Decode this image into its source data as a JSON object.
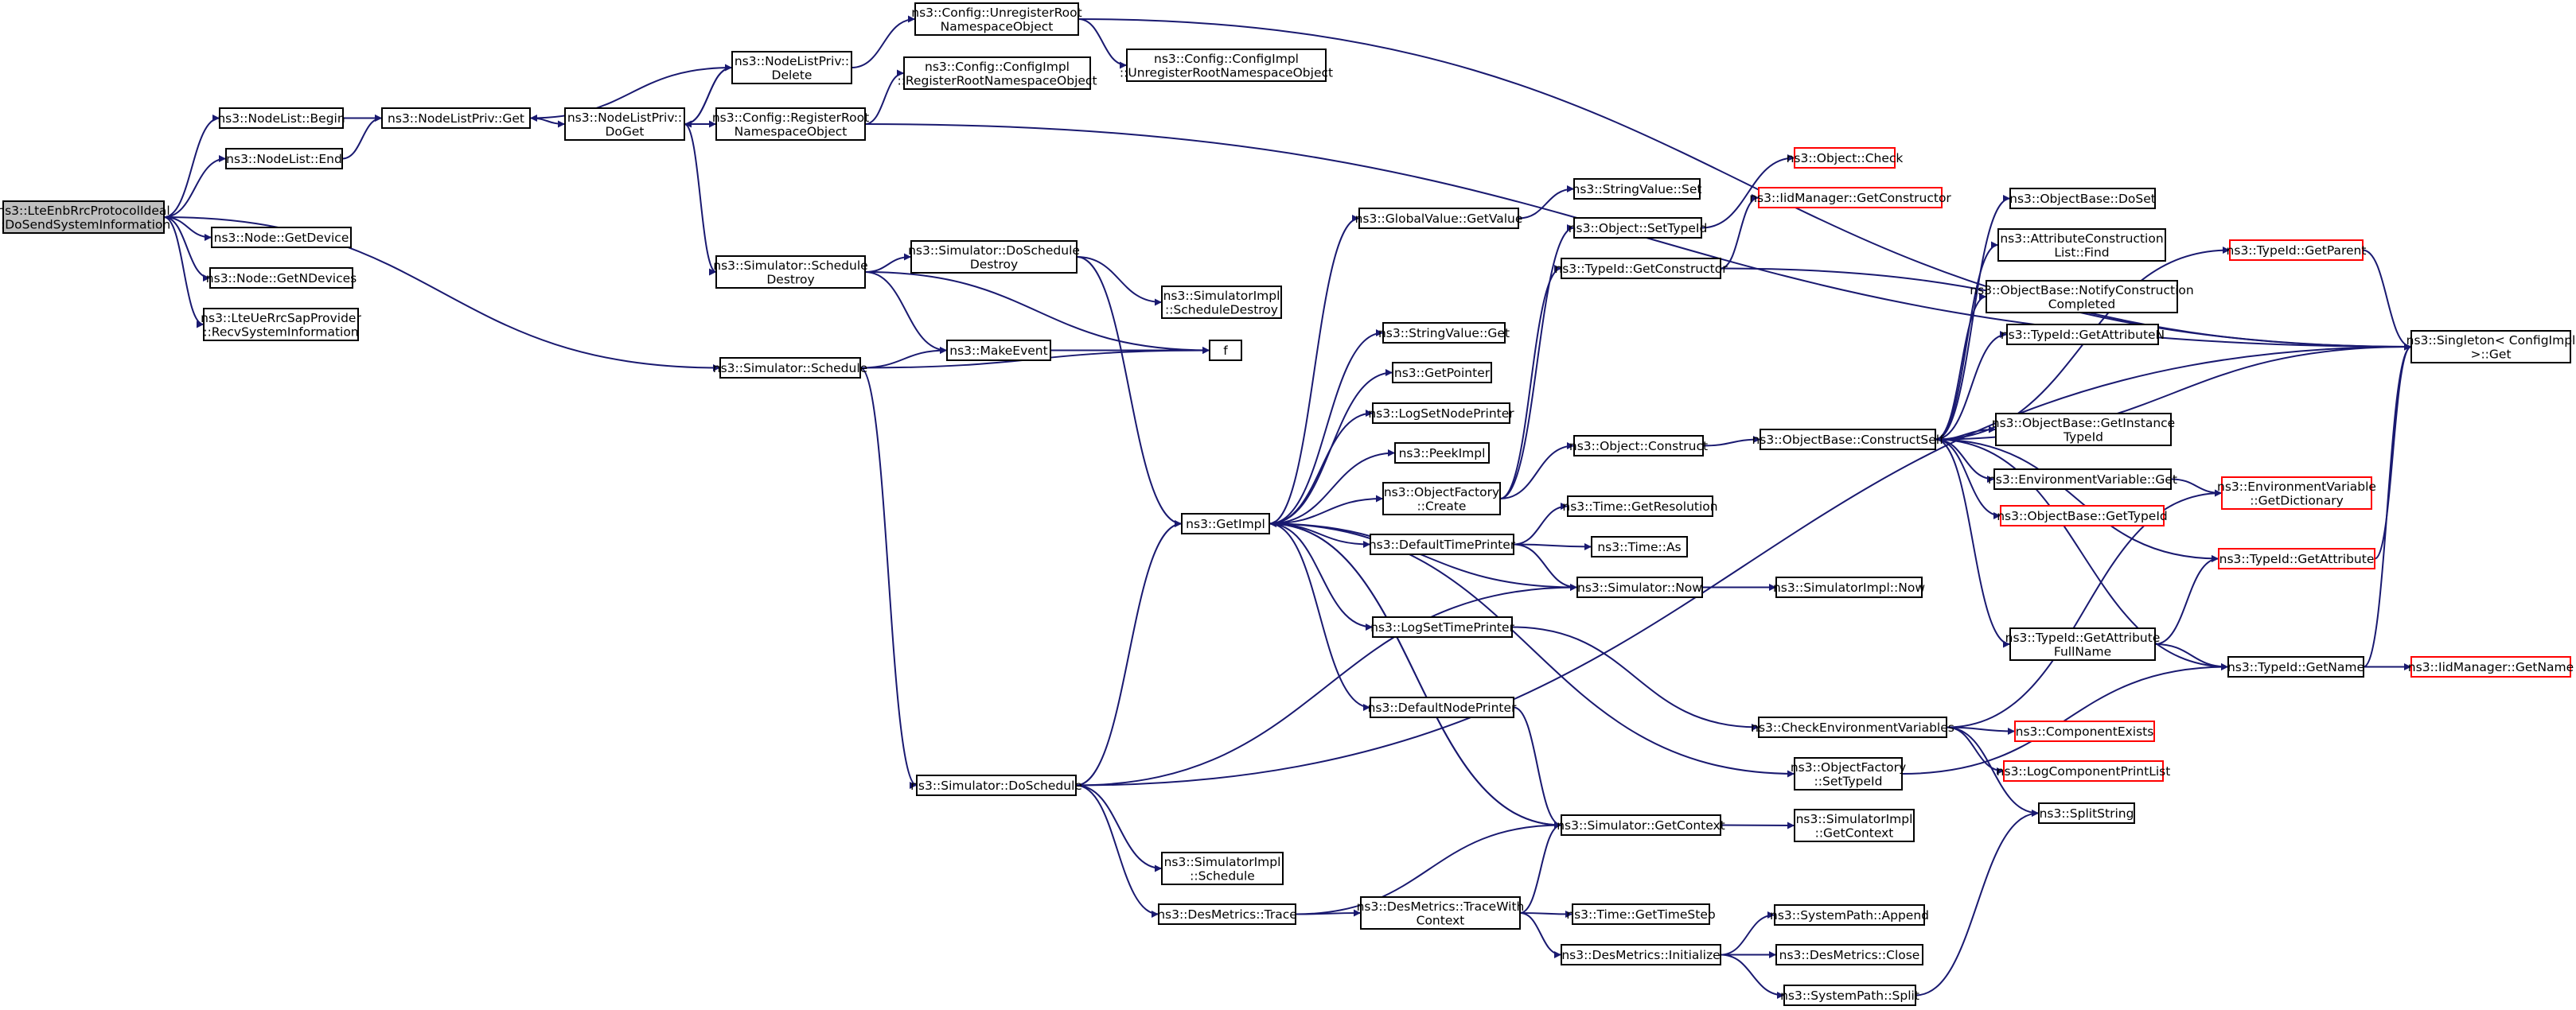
{
  "nodes": [
    {
      "id": "root",
      "lines": [
        "ns3::LteEnbRrcProtocolIdeal",
        "::DoSendSystemInformation"
      ],
      "style": "root"
    },
    {
      "id": "nlbegin",
      "lines": [
        "ns3::NodeList::Begin"
      ]
    },
    {
      "id": "nlend",
      "lines": [
        "ns3::NodeList::End"
      ]
    },
    {
      "id": "getdevice",
      "lines": [
        "ns3::Node::GetDevice"
      ]
    },
    {
      "id": "getndevices",
      "lines": [
        "ns3::Node::GetNDevices"
      ]
    },
    {
      "id": "recvsys",
      "lines": [
        "ns3::LteUeRrcSapProvider",
        "::RecvSystemInformation"
      ]
    },
    {
      "id": "nlpget",
      "lines": [
        "ns3::NodeListPriv::Get"
      ]
    },
    {
      "id": "nlpdelete",
      "lines": [
        "ns3::NodeListPriv::",
        "Delete"
      ]
    },
    {
      "id": "nlpdoget",
      "lines": [
        "ns3::NodeListPriv::",
        "DoGet"
      ]
    },
    {
      "id": "unregns",
      "lines": [
        "ns3::Config::UnregisterRoot",
        "NamespaceObject"
      ]
    },
    {
      "id": "cfgimplreg",
      "lines": [
        "ns3::Config::ConfigImpl",
        "::RegisterRootNamespaceObject"
      ]
    },
    {
      "id": "cfgimplunreg",
      "lines": [
        "ns3::Config::ConfigImpl",
        "::UnregisterRootNamespaceObject"
      ]
    },
    {
      "id": "regns",
      "lines": [
        "ns3::Config::RegisterRoot",
        "NamespaceObject"
      ]
    },
    {
      "id": "schdestroy",
      "lines": [
        "ns3::Simulator::Schedule",
        "Destroy"
      ]
    },
    {
      "id": "doschdestroy",
      "lines": [
        "ns3::Simulator::DoSchedule",
        "Destroy"
      ]
    },
    {
      "id": "implschdestroy",
      "lines": [
        "ns3::SimulatorImpl",
        "::ScheduleDestroy"
      ]
    },
    {
      "id": "makeevent",
      "lines": [
        "ns3::MakeEvent"
      ]
    },
    {
      "id": "f",
      "lines": [
        "f"
      ]
    },
    {
      "id": "schedule",
      "lines": [
        "ns3::Simulator::Schedule"
      ]
    },
    {
      "id": "doschedule",
      "lines": [
        "ns3::Simulator::DoSchedule"
      ]
    },
    {
      "id": "implschedule",
      "lines": [
        "ns3::SimulatorImpl",
        "::Schedule"
      ]
    },
    {
      "id": "destrace",
      "lines": [
        "ns3::DesMetrics::Trace"
      ]
    },
    {
      "id": "getimpl",
      "lines": [
        "ns3::GetImpl"
      ]
    },
    {
      "id": "gvget",
      "lines": [
        "ns3::GlobalValue::GetValue"
      ]
    },
    {
      "id": "svset",
      "lines": [
        "ns3::StringValue::Set"
      ]
    },
    {
      "id": "svget",
      "lines": [
        "ns3::StringValue::Get"
      ]
    },
    {
      "id": "getpointer",
      "lines": [
        "ns3::GetPointer"
      ]
    },
    {
      "id": "logsetnode",
      "lines": [
        "ns3::LogSetNodePrinter"
      ]
    },
    {
      "id": "peekimpl",
      "lines": [
        "ns3::PeekImpl"
      ]
    },
    {
      "id": "ofcreate",
      "lines": [
        "ns3::ObjectFactory",
        "::Create"
      ]
    },
    {
      "id": "deftime",
      "lines": [
        "ns3::DefaultTimePrinter"
      ]
    },
    {
      "id": "logsettime",
      "lines": [
        "ns3::LogSetTimePrinter"
      ]
    },
    {
      "id": "defnode",
      "lines": [
        "ns3::DefaultNodePrinter"
      ]
    },
    {
      "id": "simgetctx",
      "lines": [
        "ns3::Simulator::GetContext"
      ]
    },
    {
      "id": "tracewith",
      "lines": [
        "ns3::DesMetrics::TraceWith",
        "Context"
      ]
    },
    {
      "id": "objsettype",
      "lines": [
        "ns3::Object::SetTypeId"
      ]
    },
    {
      "id": "objcheck",
      "lines": [
        "ns3::Object::Check"
      ],
      "style": "red"
    },
    {
      "id": "iidgetctor",
      "lines": [
        "ns3::IidManager::GetConstructor"
      ],
      "style": "red"
    },
    {
      "id": "tidgetctor",
      "lines": [
        "ns3::TypeId::GetConstructor"
      ]
    },
    {
      "id": "objconstruct",
      "lines": [
        "ns3::Object::Construct"
      ]
    },
    {
      "id": "getres",
      "lines": [
        "ns3::Time::GetResolution"
      ]
    },
    {
      "id": "timeas",
      "lines": [
        "ns3::Time::As"
      ]
    },
    {
      "id": "simnow",
      "lines": [
        "ns3::Simulator::Now"
      ]
    },
    {
      "id": "implnow",
      "lines": [
        "ns3::SimulatorImpl::Now"
      ]
    },
    {
      "id": "obconstructself",
      "lines": [
        "ns3::ObjectBase::ConstructSelf"
      ]
    },
    {
      "id": "obdoset",
      "lines": [
        "ns3::ObjectBase::DoSet"
      ]
    },
    {
      "id": "acfind",
      "lines": [
        "ns3::AttributeConstruction",
        "List::Find"
      ]
    },
    {
      "id": "obnotify",
      "lines": [
        "ns3::ObjectBase::NotifyConstruction",
        "Completed"
      ]
    },
    {
      "id": "tidgetparent",
      "lines": [
        "ns3::TypeId::GetParent"
      ],
      "style": "red"
    },
    {
      "id": "tidgetattrn",
      "lines": [
        "ns3::TypeId::GetAttributeN"
      ]
    },
    {
      "id": "obgetinst",
      "lines": [
        "ns3::ObjectBase::GetInstance",
        "TypeId"
      ]
    },
    {
      "id": "envget",
      "lines": [
        "ns3::EnvironmentVariable::Get"
      ]
    },
    {
      "id": "obgettype",
      "lines": [
        "ns3::ObjectBase::GetTypeId"
      ],
      "style": "red"
    },
    {
      "id": "envdict",
      "lines": [
        "ns3::EnvironmentVariable",
        "::GetDictionary"
      ],
      "style": "red"
    },
    {
      "id": "tidgetattr",
      "lines": [
        "ns3::TypeId::GetAttribute"
      ],
      "style": "red"
    },
    {
      "id": "tidattrfull",
      "lines": [
        "ns3::TypeId::GetAttribute",
        "FullName"
      ]
    },
    {
      "id": "tidgetname",
      "lines": [
        "ns3::TypeId::GetName"
      ]
    },
    {
      "id": "iidgetname",
      "lines": [
        "ns3::IidManager::GetName"
      ],
      "style": "red"
    },
    {
      "id": "singleton",
      "lines": [
        "ns3::Singleton< ConfigImpl",
        " >::Get"
      ]
    },
    {
      "id": "checkenv",
      "lines": [
        "ns3::CheckEnvironmentVariables"
      ]
    },
    {
      "id": "compexists",
      "lines": [
        "ns3::ComponentExists"
      ],
      "style": "red"
    },
    {
      "id": "logcompprint",
      "lines": [
        "ns3::LogComponentPrintList"
      ],
      "style": "red"
    },
    {
      "id": "splitstring",
      "lines": [
        "ns3::SplitString"
      ]
    },
    {
      "id": "ofsettype",
      "lines": [
        "ns3::ObjectFactory",
        "::SetTypeId"
      ]
    },
    {
      "id": "implgetctx",
      "lines": [
        "ns3::SimulatorImpl",
        "::GetContext"
      ]
    },
    {
      "id": "gettimestep",
      "lines": [
        "ns3::Time::GetTimeStep"
      ]
    },
    {
      "id": "desinit",
      "lines": [
        "ns3::DesMetrics::Initialize"
      ]
    },
    {
      "id": "spappend",
      "lines": [
        "ns3::SystemPath::Append"
      ]
    },
    {
      "id": "desclose",
      "lines": [
        "ns3::DesMetrics::Close"
      ]
    },
    {
      "id": "spsplit",
      "lines": [
        "ns3::SystemPath::Split"
      ]
    }
  ],
  "edges": [
    [
      "root",
      "nlbegin"
    ],
    [
      "root",
      "nlend"
    ],
    [
      "root",
      "getdevice"
    ],
    [
      "root",
      "getndevices"
    ],
    [
      "root",
      "recvsys"
    ],
    [
      "root",
      "schedule"
    ],
    [
      "nlbegin",
      "nlpget"
    ],
    [
      "nlend",
      "nlpget"
    ],
    [
      "nlpget",
      "nlpdoget"
    ],
    [
      "nlpdelete",
      "nlpget"
    ],
    [
      "nlpdelete",
      "nlpdoget"
    ],
    [
      "nlpdoget",
      "nlpdelete"
    ],
    [
      "nlpdelete",
      "unregns"
    ],
    [
      "nlpdoget",
      "regns"
    ],
    [
      "nlpdoget",
      "schdestroy"
    ],
    [
      "unregns",
      "cfgimplunreg"
    ],
    [
      "unregns",
      "singleton"
    ],
    [
      "regns",
      "cfgimplreg"
    ],
    [
      "regns",
      "singleton"
    ],
    [
      "schdestroy",
      "doschdestroy"
    ],
    [
      "schdestroy",
      "makeevent"
    ],
    [
      "schdestroy",
      "f"
    ],
    [
      "doschdestroy",
      "implschdestroy"
    ],
    [
      "doschdestroy",
      "getimpl"
    ],
    [
      "makeevent",
      "f"
    ],
    [
      "schedule",
      "makeevent"
    ],
    [
      "schedule",
      "f"
    ],
    [
      "schedule",
      "doschedule"
    ],
    [
      "doschedule",
      "getimpl"
    ],
    [
      "doschedule",
      "implschedule"
    ],
    [
      "doschedule",
      "destrace"
    ],
    [
      "doschedule",
      "simnow"
    ],
    [
      "doschedule",
      "singleton"
    ],
    [
      "destrace",
      "tracewith"
    ],
    [
      "destrace",
      "simgetctx"
    ],
    [
      "getimpl",
      "gvget"
    ],
    [
      "getimpl",
      "svget"
    ],
    [
      "getimpl",
      "getpointer"
    ],
    [
      "getimpl",
      "logsetnode"
    ],
    [
      "getimpl",
      "peekimpl"
    ],
    [
      "getimpl",
      "ofcreate"
    ],
    [
      "getimpl",
      "deftime"
    ],
    [
      "getimpl",
      "logsettime"
    ],
    [
      "getimpl",
      "defnode"
    ],
    [
      "getimpl",
      "ofsettype"
    ],
    [
      "getimpl",
      "simgetctx"
    ],
    [
      "gvget",
      "svset"
    ],
    [
      "ofcreate",
      "objsettype"
    ],
    [
      "ofcreate",
      "tidgetctor"
    ],
    [
      "ofcreate",
      "objconstruct"
    ],
    [
      "objsettype",
      "objcheck"
    ],
    [
      "tidgetctor",
      "iidgetctor"
    ],
    [
      "tidgetctor",
      "singleton"
    ],
    [
      "objconstruct",
      "obconstructself"
    ],
    [
      "deftime",
      "getres"
    ],
    [
      "deftime",
      "timeas"
    ],
    [
      "deftime",
      "simnow"
    ],
    [
      "simnow",
      "getimpl"
    ],
    [
      "simnow",
      "implnow"
    ],
    [
      "logsettime",
      "checkenv"
    ],
    [
      "defnode",
      "simgetctx"
    ],
    [
      "simgetctx",
      "getimpl"
    ],
    [
      "simgetctx",
      "implgetctx"
    ],
    [
      "tracewith",
      "simgetctx"
    ],
    [
      "tracewith",
      "gettimestep"
    ],
    [
      "tracewith",
      "desinit"
    ],
    [
      "desinit",
      "spappend"
    ],
    [
      "desinit",
      "desclose"
    ],
    [
      "desinit",
      "spsplit"
    ],
    [
      "obconstructself",
      "obdoset"
    ],
    [
      "obconstructself",
      "acfind"
    ],
    [
      "obconstructself",
      "obnotify"
    ],
    [
      "obconstructself",
      "tidgetparent"
    ],
    [
      "obconstructself",
      "tidgetattrn"
    ],
    [
      "obconstructself",
      "obgetinst"
    ],
    [
      "obconstructself",
      "envget"
    ],
    [
      "obconstructself",
      "obgettype"
    ],
    [
      "obconstructself",
      "tidgetattr"
    ],
    [
      "obconstructself",
      "tidattrfull"
    ],
    [
      "obconstructself",
      "tidgetname"
    ],
    [
      "obconstructself",
      "singleton"
    ],
    [
      "envget",
      "envdict"
    ],
    [
      "tidgetparent",
      "singleton"
    ],
    [
      "tidgetattr",
      "singleton"
    ],
    [
      "tidattrfull",
      "tidgetattr"
    ],
    [
      "tidattrfull",
      "tidgetname"
    ],
    [
      "tidgetname",
      "iidgetname"
    ],
    [
      "tidgetname",
      "singleton"
    ],
    [
      "checkenv",
      "envdict"
    ],
    [
      "checkenv",
      "compexists"
    ],
    [
      "checkenv",
      "logcompprint"
    ],
    [
      "checkenv",
      "splitstring"
    ],
    [
      "ofsettype",
      "tidgetname"
    ],
    [
      "spsplit",
      "splitstring"
    ]
  ]
}
